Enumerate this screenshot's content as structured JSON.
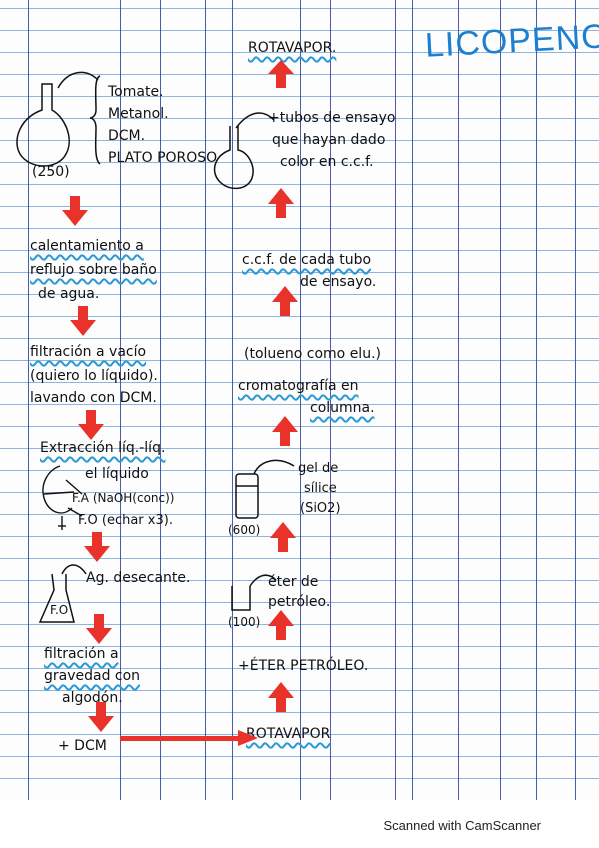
{
  "title": "LICOPENO",
  "left_column": {
    "flask_volume": "(250)",
    "ingredients": [
      "Tomate.",
      "Metanol.",
      "DCM.",
      "PLATO POROSO"
    ],
    "step1": [
      "calentamiento a",
      "reflujo sobre baño",
      "de agua."
    ],
    "step2": [
      "filtración a vacío",
      "(quiero lo líquido).",
      "lavando con DCM."
    ],
    "step3": "Extracción líq.-líq.",
    "step3_notes": [
      "el líquido",
      "F.A (NaOH(conc))",
      "F.O (echar x3)."
    ],
    "step4_label": "Ag. desecante.",
    "step4_flask": "F.O",
    "step5": [
      "filtración a",
      "gravedad con",
      "algodón."
    ],
    "bottom_add": "+ DCM"
  },
  "right_column": {
    "top": "ROTAVAPOR.",
    "tubes": [
      "+tubos de ensayo",
      "que hayan dado",
      "color en c.c.f."
    ],
    "ccf": [
      "c.c.f. de cada tubo",
      "de ensayo."
    ],
    "eluent": "(tolueno como elu.)",
    "column": [
      "cromatografía en",
      "columna."
    ],
    "silica": [
      "gel de",
      "sílice",
      "(SiO2)"
    ],
    "silica_vol": "(600)",
    "ether": [
      "éter de",
      "petróleo."
    ],
    "ether_vol": "(100)",
    "ether_add": "+ÉTER PETRÓLEO.",
    "bottom": "ROTAVAPOR"
  },
  "footer": "Scanned with CamScanner",
  "colors": {
    "ink": "#111111",
    "arrow": "#e8322a",
    "underline": "#2a9ad6",
    "title": "#1d7fd0",
    "rule": "#8fb4df",
    "column": "#2b3f9c"
  }
}
